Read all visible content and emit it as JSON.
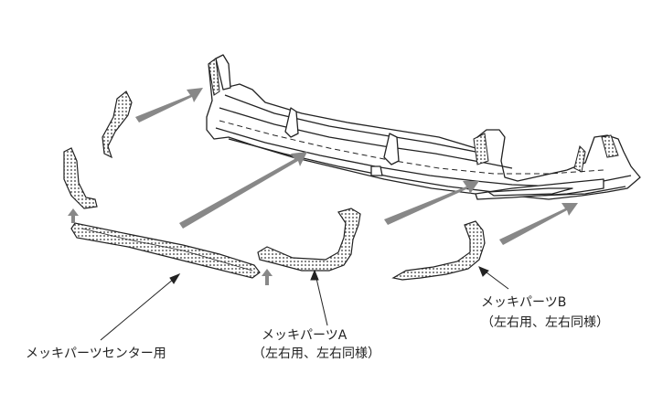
{
  "labels": {
    "center_part": "メッキパーツセンター用",
    "part_a_name": "メッキパーツA",
    "part_a_note": "（左右用、左右同様）",
    "part_b_name": "メッキパーツB",
    "part_b_note": "（左右用、左右同様）"
  },
  "colors": {
    "line": "#222222",
    "arrow": "#888888",
    "part_fill": "#ffffff"
  }
}
